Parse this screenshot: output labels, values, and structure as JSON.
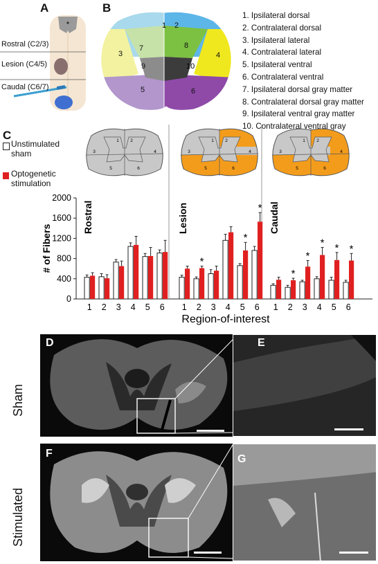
{
  "panels": {
    "A": "A",
    "B": "B",
    "C": "C",
    "D": "D",
    "E": "E",
    "F": "F",
    "G": "G"
  },
  "panelA": {
    "rostral": "Rostral (C2/3)",
    "lesion": "Lesion  (C4/5)",
    "caudal": "Caudal (C6/7)"
  },
  "panelB": {
    "region_numbers": [
      "1",
      "2",
      "3",
      "4",
      "5",
      "6",
      "7",
      "8",
      "9",
      "10"
    ],
    "legend": [
      "1. Ipsilateral dorsal",
      "2. Contralateral dorsal",
      "3. Ipsilateral lateral",
      "4. Contralateral lateral",
      "5. Ipsilateral ventral",
      "6. Contralateral ventral",
      "7. Ipsilateral dorsal gray matter",
      "8. Contralateral dorsal gray matter",
      "9. Ipsilateral ventral gray matter",
      "10. Contralateral ventral gray"
    ],
    "colors": {
      "r1": "#a8d9ec",
      "r2": "#5db6e8",
      "r3": "#f2f2a0",
      "r4": "#f0e81e",
      "r5": "#b296cc",
      "r6": "#8f4aa8",
      "r7": "#c6e2a8",
      "r8": "#7cc142",
      "r9": "#8c8c8c",
      "r10": "#3c3c3c"
    }
  },
  "legendC": {
    "sham_line1": "Unstimulated",
    "sham_line2": "sham",
    "stim_line1": "Optogenetic",
    "stim_line2": "stimulation"
  },
  "chart_data": {
    "type": "bar",
    "ylabel": "# of Fibers",
    "xlabel": "Region-of-interest",
    "ylim": [
      0,
      2000
    ],
    "yticks": [
      "0",
      "400",
      "800",
      "1200",
      "1600",
      "2000"
    ],
    "groups": [
      {
        "name": "Rostral",
        "categories": [
          "1",
          "2",
          "3",
          "4",
          "5",
          "6"
        ],
        "sham": [
          430,
          440,
          730,
          1040,
          840,
          910
        ],
        "sham_err": [
          45,
          60,
          50,
          70,
          60,
          60
        ],
        "stim": [
          460,
          410,
          650,
          1070,
          850,
          930
        ],
        "stim_err": [
          60,
          70,
          100,
          170,
          170,
          230
        ],
        "significant": [
          false,
          false,
          false,
          false,
          false,
          false
        ],
        "highlight": []
      },
      {
        "name": "Lesion",
        "categories": [
          "1",
          "2",
          "3",
          "4",
          "5",
          "6"
        ],
        "sham": [
          430,
          400,
          500,
          1160,
          660,
          960
        ],
        "sham_err": [
          40,
          35,
          80,
          120,
          40,
          80
        ],
        "stim": [
          600,
          610,
          560,
          1320,
          960,
          1530
        ],
        "stim_err": [
          50,
          40,
          90,
          110,
          160,
          180
        ],
        "significant": [
          false,
          true,
          false,
          false,
          true,
          true
        ],
        "highlight": [
          2,
          5,
          6
        ]
      },
      {
        "name": "Caudal",
        "categories": [
          "1",
          "2",
          "3",
          "4",
          "5",
          "6"
        ],
        "sham": [
          270,
          230,
          340,
          400,
          370,
          330
        ],
        "sham_err": [
          30,
          40,
          30,
          40,
          60,
          40
        ],
        "stim": [
          380,
          370,
          640,
          870,
          770,
          760
        ],
        "stim_err": [
          50,
          40,
          120,
          150,
          150,
          140
        ],
        "significant": [
          false,
          true,
          true,
          true,
          true,
          true
        ],
        "highlight": [
          2,
          4,
          5,
          6
        ]
      }
    ],
    "colors": {
      "sham": "#ffffff",
      "stim": "#e02020",
      "highlight": "#f39c1c",
      "cord": "#c8c8c8"
    },
    "star": "*"
  },
  "micro": {
    "sham": "Sham",
    "stimulated": "Stimulated"
  }
}
